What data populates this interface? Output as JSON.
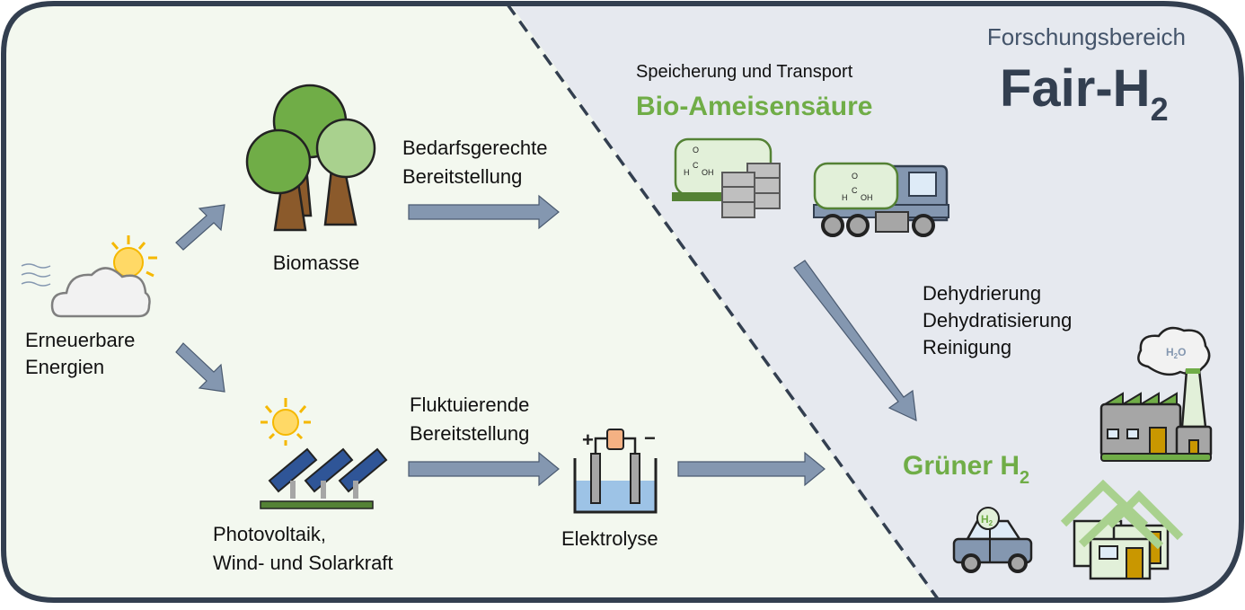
{
  "header": {
    "subtitle": "Forschungsbereich",
    "title_main": "Fair-H",
    "title_sub": "2"
  },
  "left": {
    "source_label": [
      "Erneuerbare",
      "Energien"
    ],
    "biomass_label": "Biomasse",
    "biomass_supply": [
      "Bedarfsgerechte",
      "Bereitstellung"
    ],
    "pv_label": [
      "Photovoltaik,",
      "Wind- und Solarkraft"
    ],
    "pv_supply": [
      "Fluktuierende",
      "Bereitstellung"
    ],
    "electrolysis_label": "Elektrolyse",
    "electrolysis_plus": "+",
    "electrolysis_minus": "−"
  },
  "right": {
    "storage_label": "Speicherung und Transport",
    "storage_product": "Bio-Ameisensäure",
    "formula": {
      "o": "O",
      "c": "C",
      "h": "H",
      "oh": "OH"
    },
    "process_steps": [
      "Dehydrierung",
      "Dehydratisierung",
      "Reinigung"
    ],
    "result_main": "Grüner H",
    "result_sub": "2",
    "cloud_label_main": "H",
    "cloud_label_sub": "2",
    "cloud_label_end": "O",
    "car_badge_main": "H",
    "car_badge_sub": "2"
  },
  "colors": {
    "border": "#333f50",
    "left_bg": "#f3f8ef",
    "right_bg": "#e6e9ef",
    "green": "#70ad47",
    "arrow": "#8497b0",
    "title": "#333f50"
  }
}
